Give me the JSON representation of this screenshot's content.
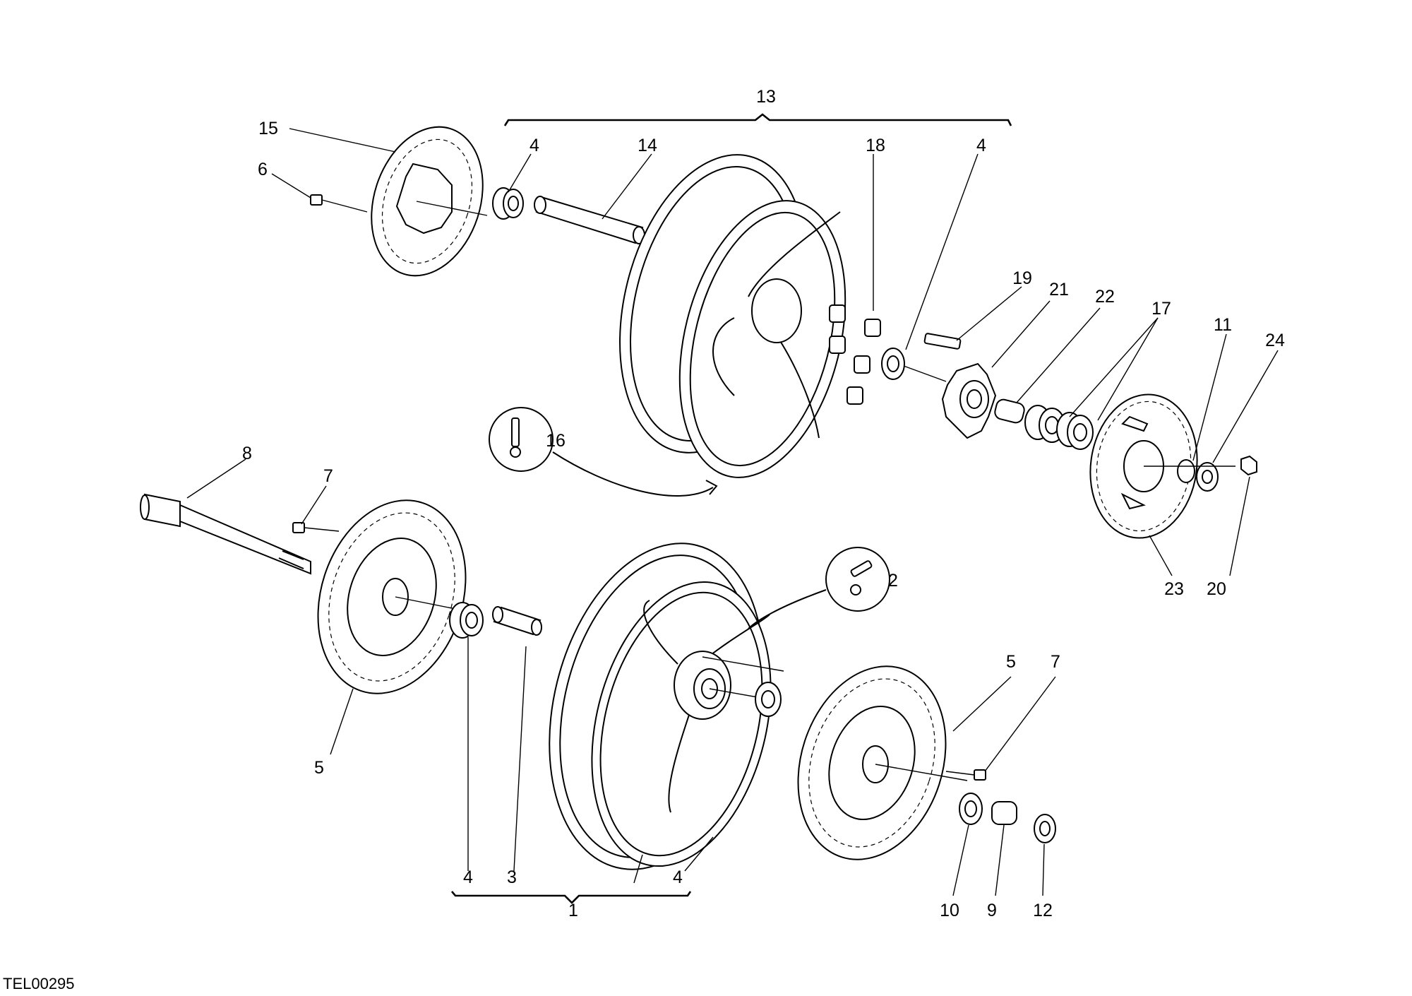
{
  "drawing_code": "TEL00295",
  "callouts": {
    "c1": "1",
    "c2": "2",
    "c3": "3",
    "c4a": "4",
    "c4b": "4",
    "c4c": "4",
    "c4d": "4",
    "c5a": "5",
    "c5b": "5",
    "c6": "6",
    "c7a": "7",
    "c7b": "7",
    "c8": "8",
    "c9": "9",
    "c10": "10",
    "c11": "11",
    "c12": "12",
    "c13": "13",
    "c14": "14",
    "c15": "15",
    "c16": "16",
    "c17": "17",
    "c18": "18",
    "c19": "19",
    "c20": "20",
    "c21": "21",
    "c22": "22",
    "c23": "23",
    "c24": "24"
  }
}
